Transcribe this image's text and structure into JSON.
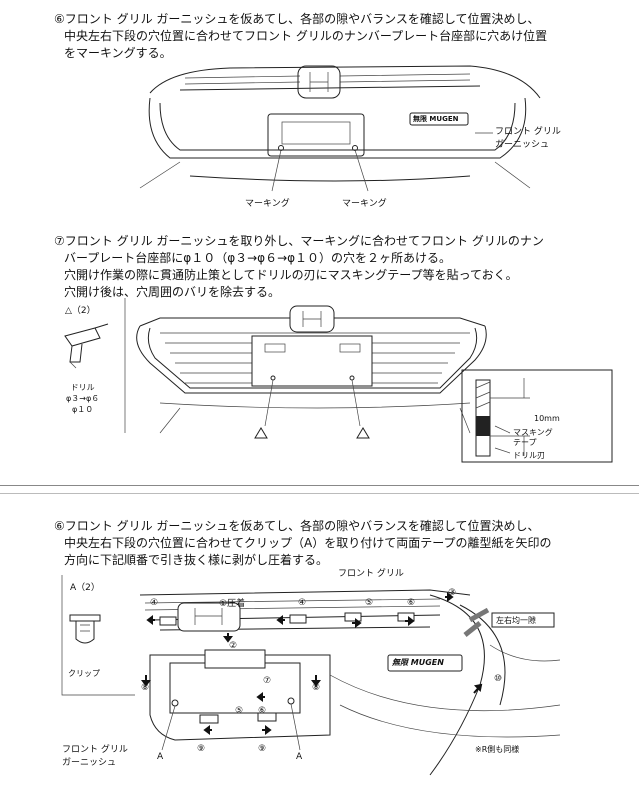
{
  "step6a": {
    "lines": [
      "⑥フロント グリル ガーニッシュを仮あてし、各部の隙やバランスを確認して位置決めし、",
      "中央左右下段の穴位置に合わせてフロント グリルのナンバープレート台座部に穴あけ位置",
      "をマーキングする。"
    ]
  },
  "fig1": {
    "label_garnish": [
      "フロント グリル",
      "ガーニッシュ"
    ],
    "marking_left": "マーキング",
    "marking_right": "マーキング",
    "badge": "無限 MUGEN"
  },
  "step7": {
    "lines": [
      "⑦フロント グリル ガーニッシュを取り外し、マーキングに合わせてフロント グリルのナン",
      "バープレート台座部にφ１０（φ３→φ６→φ１０）の穴を２ヶ所あける。",
      "穴開け作業の際に貫通防止策としてドリルの刃にマスキングテープ等を貼っておく。",
      "穴開け後は、穴周囲のバリを除去する。"
    ]
  },
  "fig2": {
    "tool_ref": "△（2）",
    "drill": [
      "ドリル",
      "φ３→φ６",
      "φ１０"
    ],
    "dim": "10mm",
    "masking": [
      "マスキング",
      "テープ"
    ],
    "drill_bit": "ドリル刃"
  },
  "step6b": {
    "lines": [
      "⑥フロント グリル ガーニッシュを仮あてし、各部の隙やバランスを確認して位置決めし、",
      "中央左右下段の穴位置に合わせてクリップ（A）を取り付けて両面テープの離型紙を矢印の",
      "方向に下記順番で引き抜く様に剥がし圧着する。"
    ]
  },
  "fig3": {
    "part_ref": "A（2）",
    "clip": "クリップ",
    "front_grill": "フロント グリル",
    "press": "①圧着",
    "gap": "左右均一隙",
    "garnish": [
      "フロント グリル",
      "ガーニッシュ"
    ],
    "r_side": "※R側も同様",
    "a_left": "A",
    "a_right": "A",
    "nums": [
      "②",
      "③",
      "④",
      "④",
      "⑤",
      "⑤",
      "⑥",
      "⑥",
      "⑦",
      "⑧",
      "⑧",
      "⑨",
      "⑨",
      "⑩"
    ],
    "badge": "無限 MUGEN"
  }
}
